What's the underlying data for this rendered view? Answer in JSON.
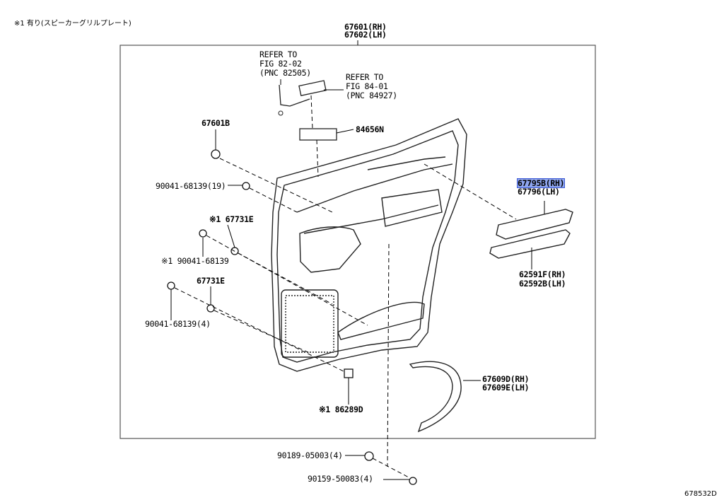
{
  "note": "※1 有り(スピーカーグリルプレート)",
  "figure_id": "678532D",
  "labels": {
    "main_rh": "67601(RH)",
    "main_lh": "67602(LH)",
    "refer1_a": "REFER TO",
    "refer1_b": "FIG 82-02",
    "refer1_c": "(PNC 82505)",
    "refer2_a": "REFER TO",
    "refer2_b": "FIG 84-01",
    "refer2_c": "(PNC 84927)",
    "p84656n": "84656N",
    "p67601b": "67601B",
    "p90041_19": "90041-68139(19)",
    "p67731e_1": "※1 67731E",
    "p90041_star": "※1 90041-68139",
    "p67731e": "67731E",
    "p90041_4": "90041-68139(4)",
    "p67795b": "67795B(RH)",
    "p67796": "67796(LH)",
    "p62591f": "62591F(RH)",
    "p62592b": "62592B(LH)",
    "p67609d": "67609D(RH)",
    "p67609e": "67609E(LH)",
    "p86289d": "※1 86289D",
    "p90189": "90189-05003(4)",
    "p90159": "90159-50083(4)"
  }
}
